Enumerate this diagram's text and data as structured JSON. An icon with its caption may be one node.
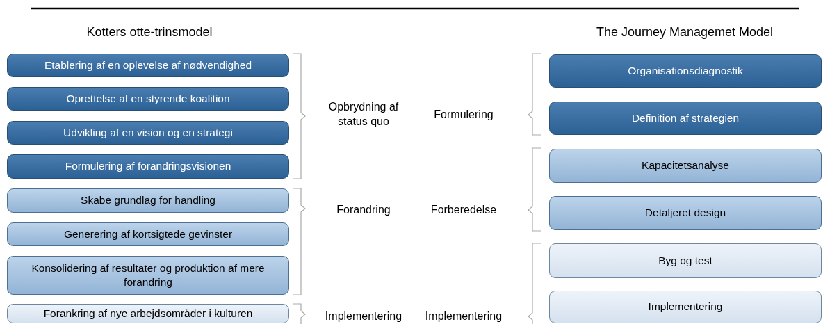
{
  "diagram": {
    "nodes": [
      {
        "text": [
          "Etablering af en oplevelse af nødvendighed"
        ]
      },
      {
        "text": [
          "Oprettelse af en styrende koalition"
        ]
      },
      {
        "text": [
          "Udvikling af en vision og en strategi"
        ]
      },
      {
        "text": [
          "Formulering af forandringsvisionen"
        ]
      },
      {
        "text": [
          "Skabe grundlag for handling"
        ]
      },
      {
        "text": [
          "Generering af kortsigtede gevinster"
        ]
      },
      {
        "text": [
          "Konsolidering af resultater og produktion af mere forandring"
        ]
      },
      {
        "text": [
          "Forankring af nye arbejdsområder i kulturen"
        ]
      },
      {
        "text": [
          "Organisationsdiagnostik"
        ]
      },
      {
        "text": [
          "Definition af strategien"
        ]
      },
      {
        "text": [
          "Kapacitetsanalyse"
        ]
      },
      {
        "text": [
          "Detaljeret design"
        ]
      },
      {
        "text": [
          "Byg og test"
        ]
      },
      {
        "text": [
          "Implementering"
        ]
      }
    ],
    "edges": [],
    "labels": [
      "Kotters otte-trinsmodel",
      "The Journey Managemet Model",
      "Opbrydning af status quo",
      "Formulering",
      "Forandring",
      "Forberedelse",
      "Implementering",
      "Implementering"
    ]
  }
}
